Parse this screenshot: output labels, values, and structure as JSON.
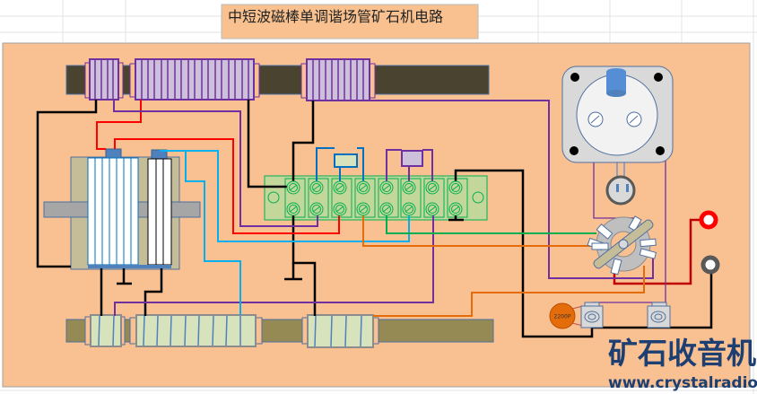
{
  "title": "中短波磁棒单调谐场管矿石机电路",
  "capacitor_label": "2200P",
  "logo": {
    "text": "矿石收音机",
    "url": "www.crystalradio.cn"
  },
  "colors": {
    "board": "#f9c091",
    "top_coil": "#ccc0da",
    "bottom_coil": "#d7e3bc",
    "terminal_strip": "#c4d79b",
    "wire_black": "#000000",
    "wire_red": "#ff0000",
    "wire_purple": "#7030a0",
    "wire_blue": "#0070c0",
    "wire_lightblue": "#00b0f0",
    "wire_green": "#00b050",
    "wire_orange": "#e46c0a"
  }
}
